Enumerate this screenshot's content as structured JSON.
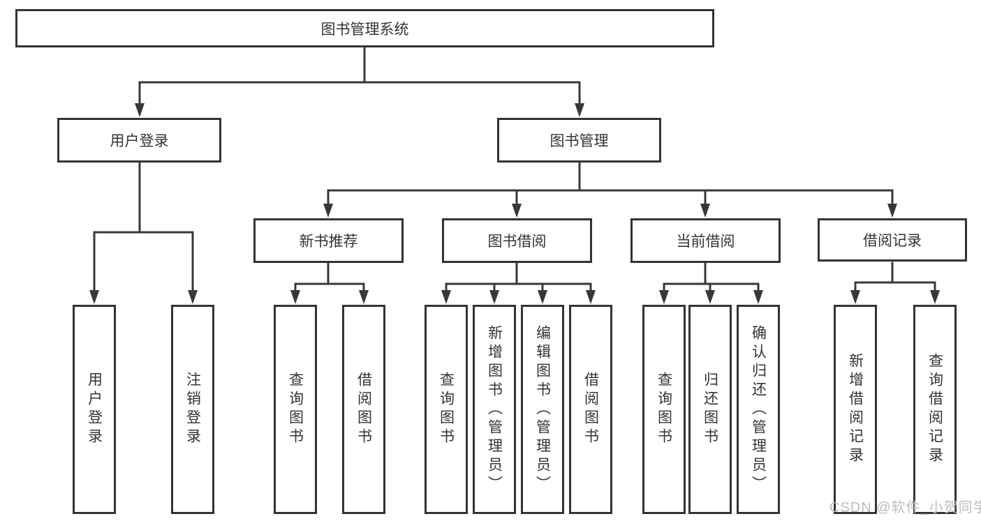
{
  "colors": {
    "background": "#ffffff",
    "line": "#383838",
    "box_border": "#333333",
    "text": "#333333",
    "watermark": "#bdbdbd"
  },
  "diagram": {
    "root": {
      "label": "图书管理系统"
    },
    "level2": [
      {
        "label": "用户登录"
      },
      {
        "label": "图书管理"
      }
    ],
    "level3": [
      {
        "label": "新书推荐"
      },
      {
        "label": "图书借阅"
      },
      {
        "label": "当前借阅"
      },
      {
        "label": "借阅记录"
      }
    ],
    "leaves": [
      {
        "label": "用户登录"
      },
      {
        "label": "注销登录"
      },
      {
        "label": "查询图书"
      },
      {
        "label": "借阅图书"
      },
      {
        "label": "查询图书"
      },
      {
        "label": "新增图书（管理员）"
      },
      {
        "label": "编辑图书（管理员）"
      },
      {
        "label": "借阅图书"
      },
      {
        "label": "查询图书"
      },
      {
        "label": "归还图书"
      },
      {
        "label": "确认归还（管理员）"
      },
      {
        "label": "新增借阅记录"
      },
      {
        "label": "查询借阅记录"
      }
    ]
  },
  "watermark": {
    "text": "CSDN @软件_小贺同学"
  }
}
